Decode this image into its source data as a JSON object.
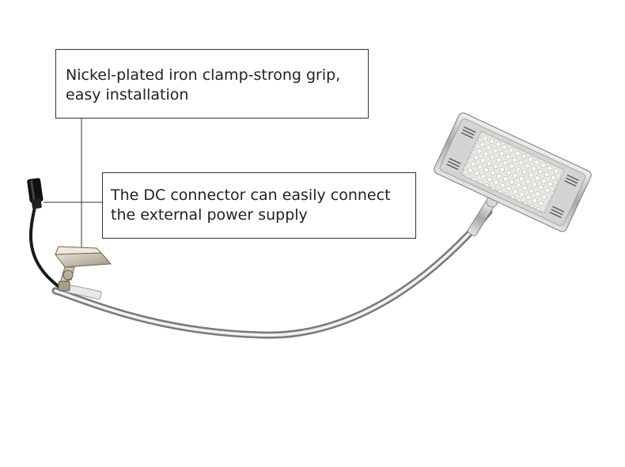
{
  "callouts": {
    "clamp": {
      "line1": "Nickel-plated iron clamp-strong grip,",
      "line2": "easy installation"
    },
    "dc": {
      "line1": "The DC connector can easily connect",
      "line2": "the external power supply"
    }
  },
  "colors": {
    "background": "#ffffff",
    "border": "#333333",
    "chrome": "#c8c8c8",
    "led": "#f4f4f0"
  }
}
